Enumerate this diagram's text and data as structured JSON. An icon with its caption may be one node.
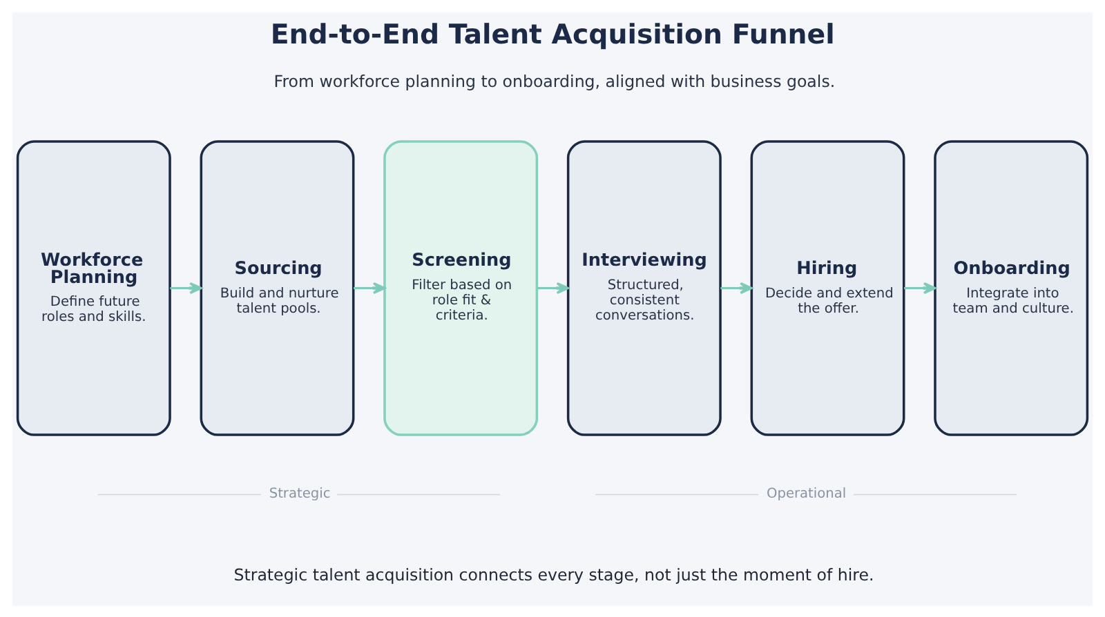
{
  "diagram": {
    "title": "End-to-End Talent Acquisition Funnel",
    "caption": "Strategic talent acquisition connects every stage, not just the moment of hire.",
    "nodes": [
      {
        "text": [
          "Workforce Planning",
          "Define future roles and skills."
        ]
      },
      {
        "text": [
          "Sourcing",
          "Build and nurture talent pools."
        ]
      },
      {
        "text": [
          "Screening",
          "Filter based on role fit & criteria."
        ]
      },
      {
        "text": [
          "Interviewing",
          "Structured, consistent conversations."
        ]
      },
      {
        "text": [
          "Hiring",
          "Decide and extend the offer."
        ]
      },
      {
        "text": [
          "Onboarding",
          "Integrate into team and culture."
        ]
      }
    ],
    "edges": [
      {
        "from": 0,
        "to": 1,
        "arrow": "to"
      },
      {
        "from": 1,
        "to": 2,
        "arrow": "to"
      },
      {
        "from": 2,
        "to": 3,
        "arrow": "to"
      },
      {
        "from": 3,
        "to": 4,
        "arrow": "to"
      },
      {
        "from": 4,
        "to": 5,
        "arrow": "to"
      }
    ],
    "labels": [
      "From workforce planning to onboarding, aligned with business goals.",
      "Strategic",
      "Operational"
    ]
  }
}
